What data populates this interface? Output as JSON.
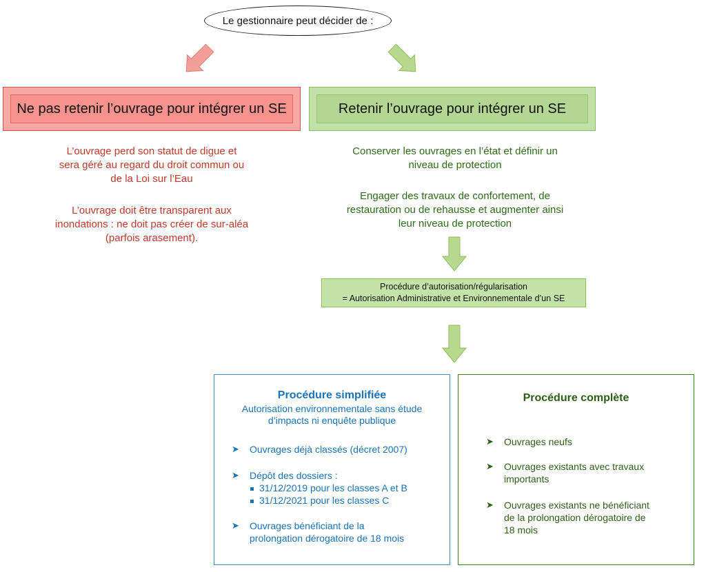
{
  "start": {
    "label": "Le gestionnaire peut décider de :"
  },
  "left_branch": {
    "box_label": "Ne pas retenir l’ouvrage pour intégrer un SE",
    "paragraph1": [
      "L’ouvrage perd son statut de digue et",
      "sera géré au regard du droit commun ou",
      "de la Loi sur l’Eau"
    ],
    "paragraph2": [
      "L’ouvrage doit être transparent aux",
      "inondations : ne doit pas créer de sur-aléa",
      "(parfois arasement)."
    ]
  },
  "right_branch": {
    "box_label": "Retenir l’ouvrage pour intégrer un SE",
    "paragraph1": [
      "Conserver les ouvrages en l’état et définir un",
      "niveau de protection"
    ],
    "paragraph2": [
      "Engager des travaux de confortement, de",
      "restauration ou de rehausse et augmenter ainsi",
      "leur niveau de protection"
    ]
  },
  "procedure": {
    "line1": "Procédure d’autorisation/régularisation",
    "line2": "= Autorisation Administrative et Environnementale d’un SE"
  },
  "simplified": {
    "title": "Procédure simplifiée",
    "subtitle": [
      "Autorisation environnementale sans étude",
      "d’impacts ni enquête publique"
    ],
    "bullet1": "Ouvrages déjà classés (décret 2007)",
    "bullet2": "Dépôt des dossiers :",
    "sub1": "31/12/2019 pour les classes A et B",
    "sub2": "31/12/2021 pour les classes C",
    "bullet3": [
      "Ouvrages bénéficiant de la",
      "prolongation dérogatoire de 18 mois"
    ]
  },
  "complete": {
    "title": "Procédure complète",
    "bullet1": "Ouvrages neufs",
    "bullet2": [
      "Ouvrages existants avec travaux",
      "importants"
    ],
    "bullet3": [
      "Ouvrages existants ne bénéficiant",
      "de la prolongation dérogatoire de",
      "18 mois"
    ]
  },
  "colors": {
    "red": "#c0392b",
    "green": "#2e6b1a",
    "blue": "#1a72b8",
    "arrow_red": "#f4a09a",
    "arrow_green": "#b6d98e"
  }
}
